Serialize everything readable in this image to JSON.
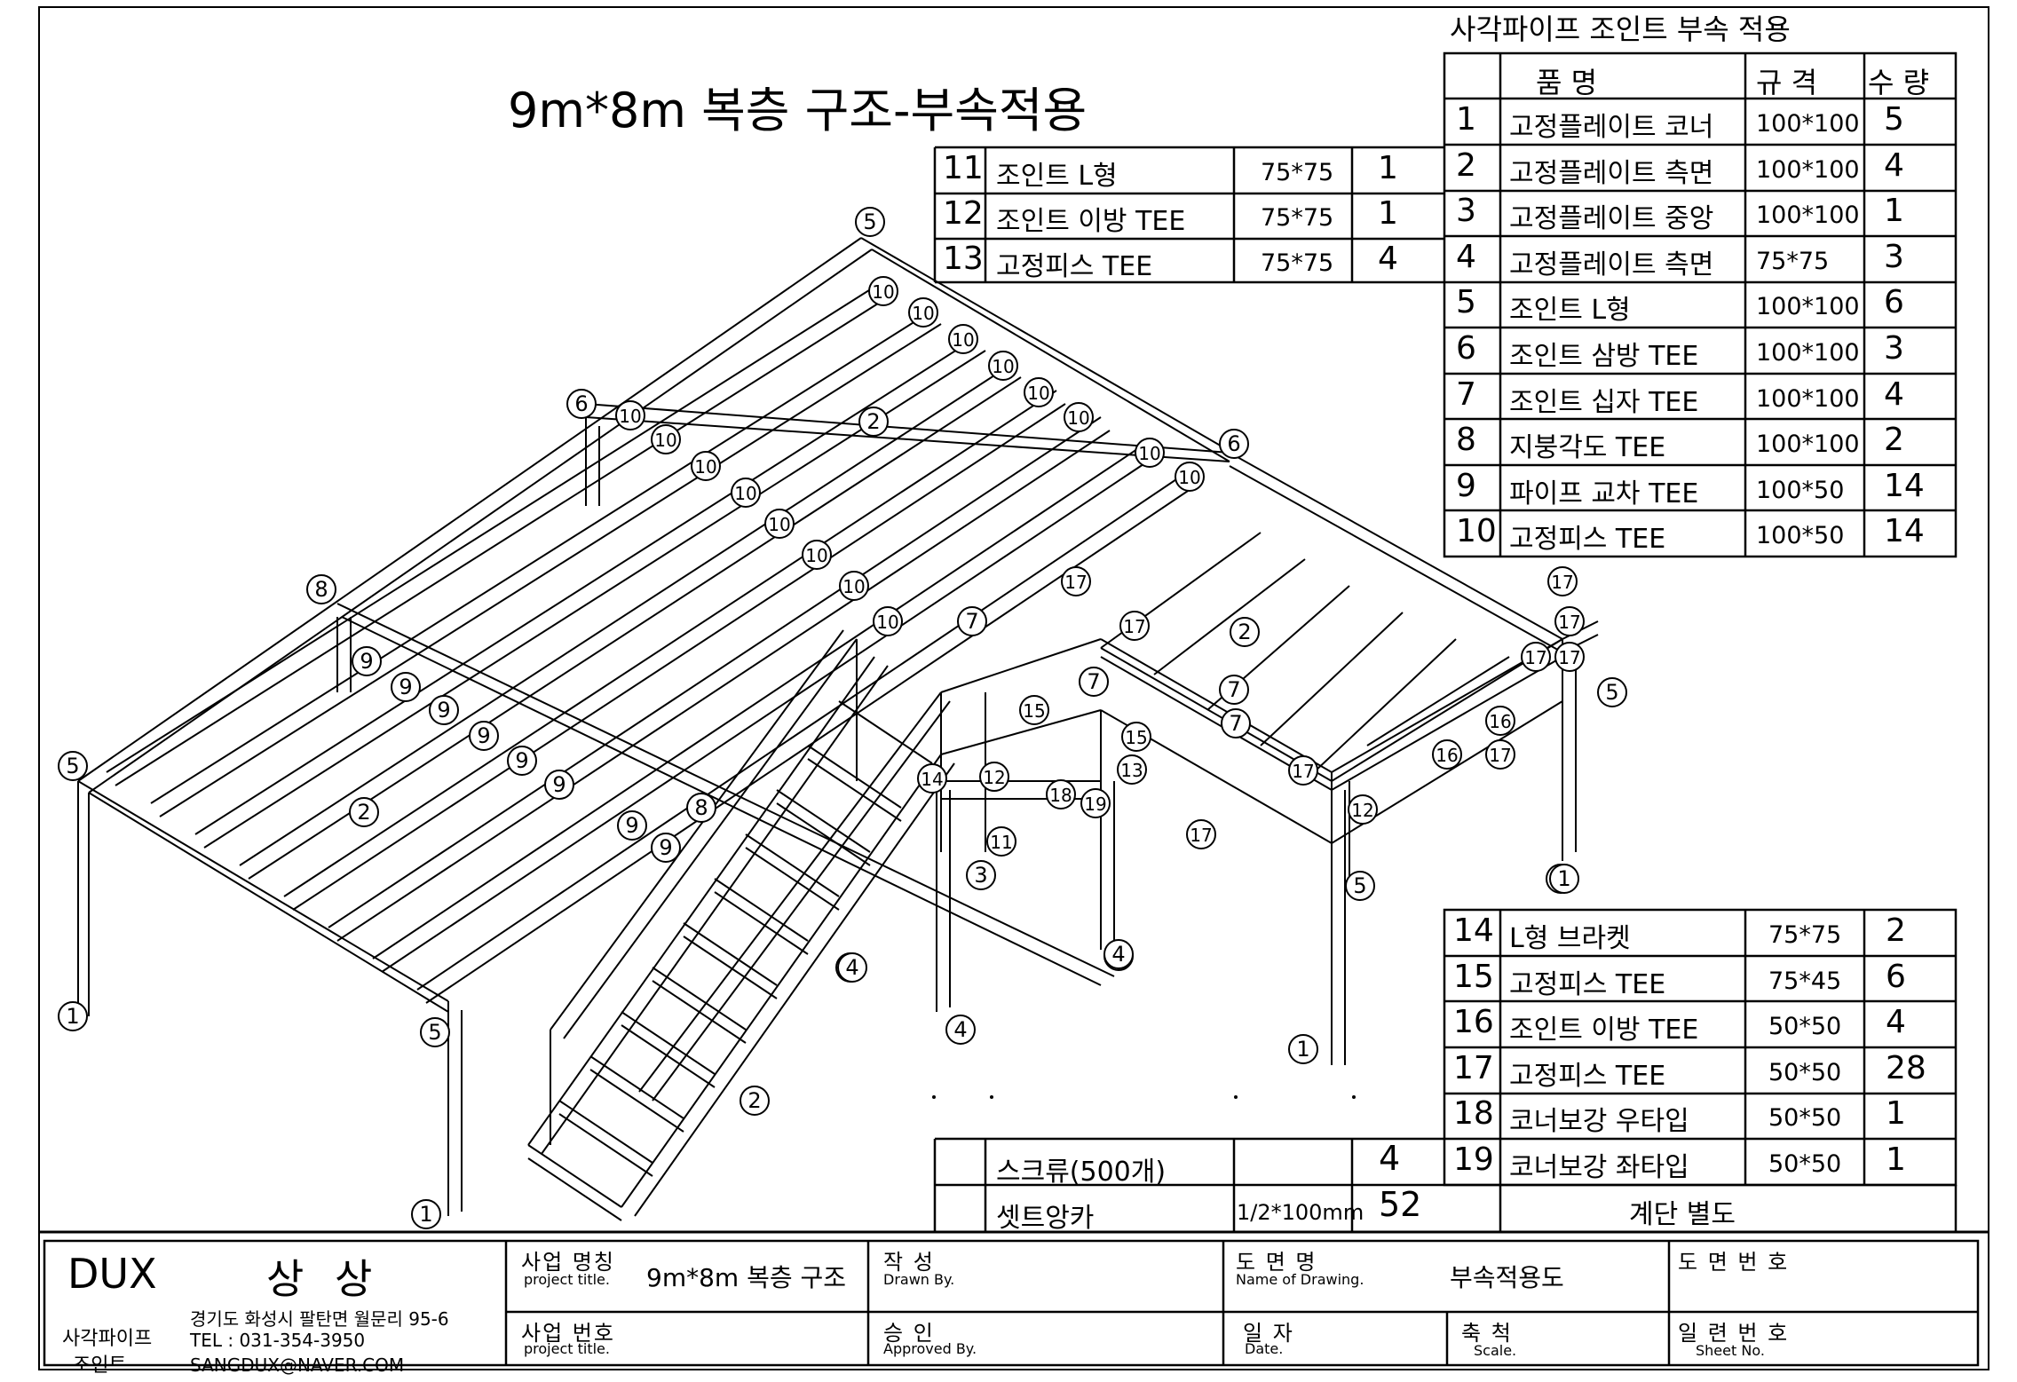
{
  "drawing_title": "9m*8m  복층 구조-부속적용",
  "parts_table_title": "사각파이프 조인트 부속 적용",
  "parts_headers": {
    "name": "품          명",
    "spec": "규     격",
    "qty": "수  량"
  },
  "parts_upper": [
    {
      "no": "1",
      "name": "고정플레이트 코너",
      "spec": "100*100",
      "qty": "5"
    },
    {
      "no": "2",
      "name": "고정플레이트 측면",
      "spec": "100*100",
      "qty": "4"
    },
    {
      "no": "3",
      "name": "고정플레이트 중앙",
      "spec": "100*100",
      "qty": "1"
    },
    {
      "no": "4",
      "name": "고정플레이트 측면",
      "spec": "75*75",
      "qty": "3"
    },
    {
      "no": "5",
      "name": "조인트 L형",
      "spec": "100*100",
      "qty": "6"
    },
    {
      "no": "6",
      "name": "조인트 삼방 TEE",
      "spec": "100*100",
      "qty": "3"
    },
    {
      "no": "7",
      "name": "조인트 십자 TEE",
      "spec": "100*100",
      "qty": "4"
    },
    {
      "no": "8",
      "name": "지붕각도 TEE",
      "spec": "100*100",
      "qty": "2"
    },
    {
      "no": "9",
      "name": "파이프 교차 TEE",
      "spec": "100*50",
      "qty": "14"
    },
    {
      "no": "10",
      "name": "고정피스 TEE",
      "spec": "100*50",
      "qty": "14"
    }
  ],
  "parts_middle": [
    {
      "no": "11",
      "name": "조인트 L형",
      "spec": "75*75",
      "qty": "1"
    },
    {
      "no": "12",
      "name": "조인트 이방 TEE",
      "spec": "75*75",
      "qty": "1"
    },
    {
      "no": "13",
      "name": "고정피스 TEE",
      "spec": "75*75",
      "qty": "4"
    }
  ],
  "parts_lower": [
    {
      "no": "14",
      "name": "L형 브라켓",
      "spec": "75*75",
      "qty": "2"
    },
    {
      "no": "15",
      "name": "고정피스 TEE",
      "spec": "75*45",
      "qty": "6"
    },
    {
      "no": "16",
      "name": "조인트 이방 TEE",
      "spec": "50*50",
      "qty": "4"
    },
    {
      "no": "17",
      "name": "고정피스 TEE",
      "spec": "50*50",
      "qty": "28"
    },
    {
      "no": "18",
      "name": "코너보강 우타입",
      "spec": "50*50",
      "qty": "1"
    },
    {
      "no": "19",
      "name": "코너보강 좌타입",
      "spec": "50*50",
      "qty": "1"
    }
  ],
  "extras": [
    {
      "name": "스크류(500개)",
      "spec": "",
      "qty": "4"
    },
    {
      "name": "셋트앙카",
      "spec": "1/2*100mm",
      "qty": "52"
    }
  ],
  "stair_note": "계단 별도",
  "title_block": {
    "company_logo": "DUX",
    "company_name": "상 상",
    "company_sub_1": "사각파이프",
    "company_sub_2": "조인트",
    "address": "경기도 화성시 팔탄면 월문리 95-6",
    "tel": "TEL : 031-354-3950",
    "email": "SANGDUX@NAVER.COM",
    "project_name_label": "사업 명칭",
    "project_name_sub": "project title.",
    "project_name_value": "9m*8m  복층 구조",
    "project_no_label": "사업 번호",
    "project_no_sub": "project title.",
    "drawn_label": "작    성",
    "drawn_sub": "Drawn By.",
    "approved_label": "승    인",
    "approved_sub": "Approved By.",
    "drawing_name_label": "도  면  명",
    "drawing_name_sub": "Name of Drawing.",
    "drawing_name_value": "부속적용도",
    "date_label": "일  자",
    "date_sub": "Date.",
    "scale_label": "축  척",
    "scale_sub": "Scale.",
    "drawing_no_label": "도 면 번 호",
    "sheet_no_label": "일 련 번 호",
    "sheet_no_sub": "Sheet No."
  },
  "callouts": [
    {
      "n": "5"
    },
    {
      "n": "6"
    },
    {
      "n": "6"
    },
    {
      "n": "8"
    },
    {
      "n": "5"
    },
    {
      "n": "1"
    },
    {
      "n": "5"
    },
    {
      "n": "1"
    },
    {
      "n": "1"
    },
    {
      "n": "2"
    },
    {
      "n": "2"
    },
    {
      "n": "2"
    },
    {
      "n": "3"
    },
    {
      "n": "4"
    },
    {
      "n": "4"
    },
    {
      "n": "4"
    },
    {
      "n": "1"
    },
    {
      "n": "1"
    },
    {
      "n": "5"
    },
    {
      "n": "5"
    },
    {
      "n": "17"
    },
    {
      "n": "17"
    },
    {
      "n": "17"
    },
    {
      "n": "2"
    },
    {
      "n": "8"
    },
    {
      "n": "11"
    },
    {
      "n": "14"
    },
    {
      "n": "13"
    },
    {
      "n": "18"
    },
    {
      "n": "19"
    },
    {
      "n": "16"
    },
    {
      "n": "16"
    },
    {
      "n": "12"
    },
    {
      "n": "12"
    },
    {
      "n": "15"
    },
    {
      "n": "15"
    },
    {
      "n": "17"
    },
    {
      "n": "17"
    },
    {
      "n": "4"
    },
    {
      "n": "4"
    },
    {
      "n": "10"
    },
    {
      "n": "10"
    },
    {
      "n": "10"
    },
    {
      "n": "10"
    },
    {
      "n": "10"
    },
    {
      "n": "10"
    },
    {
      "n": "10"
    },
    {
      "n": "10"
    },
    {
      "n": "10"
    },
    {
      "n": "10"
    },
    {
      "n": "10"
    },
    {
      "n": "10"
    },
    {
      "n": "10"
    },
    {
      "n": "10"
    },
    {
      "n": "10"
    },
    {
      "n": "10"
    },
    {
      "n": "9"
    },
    {
      "n": "9"
    },
    {
      "n": "9"
    },
    {
      "n": "9"
    },
    {
      "n": "9"
    },
    {
      "n": "9"
    },
    {
      "n": "9"
    },
    {
      "n": "9"
    },
    {
      "n": "7"
    },
    {
      "n": "7"
    },
    {
      "n": "7"
    },
    {
      "n": "7"
    },
    {
      "n": "17"
    },
    {
      "n": "17"
    },
    {
      "n": "17"
    },
    {
      "n": "17"
    }
  ]
}
